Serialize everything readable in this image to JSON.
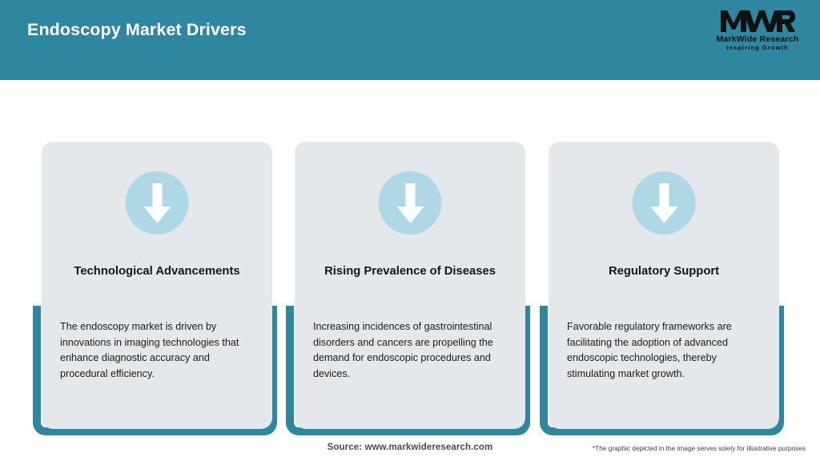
{
  "header": {
    "title": "Endoscopy Market Drivers",
    "background_color": "#2E86A0",
    "title_color": "#FFFFFF"
  },
  "logo": {
    "mark": "MWR",
    "name": "MarkWide Research",
    "tagline": "Inspiring Growth"
  },
  "theme": {
    "accent_teal": "#2E86A0",
    "card_background": "#E5E8EA",
    "icon_circle": "#AFD8E6",
    "arrow_color": "#FFFFFF",
    "page_background": "#FFFFFF"
  },
  "cards": [
    {
      "icon": "arrow-down-icon",
      "title": "Technological Advancements",
      "body": "The endoscopy market is driven by innovations in imaging technologies that enhance diagnostic accuracy and procedural efficiency."
    },
    {
      "icon": "arrow-down-icon",
      "title": "Rising Prevalence of Diseases",
      "body": "Increasing incidences of gastrointestinal disorders and cancers are propelling the demand for endoscopic procedures and devices."
    },
    {
      "icon": "arrow-down-icon",
      "title": "Regulatory Support",
      "body": "Favorable regulatory frameworks are facilitating the adoption of advanced endoscopic technologies, thereby stimulating market growth."
    }
  ],
  "footer": {
    "source": "Source: www.markwideresearch.com",
    "disclaimer": "*The graphic depicted in the image serves solely for illustrative purposes"
  }
}
